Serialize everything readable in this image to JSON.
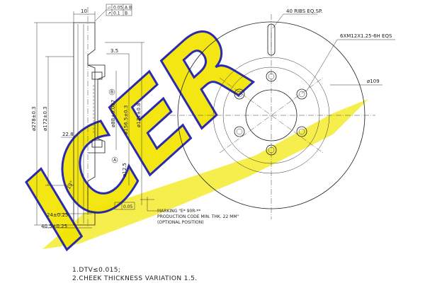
{
  "brand": {
    "logo_text": "ICER",
    "logo_color": "#f2e400",
    "logo_outline": "#1a1aa8"
  },
  "line_color": "#1f1f1f",
  "dimensions": {
    "width_top": "10",
    "tol_flatness": "0.05",
    "tol_flatness_ref": "A B",
    "tol_runout": "0.1",
    "tol_runout_ref": "B",
    "offset_3_5": "3.5",
    "dia_278": "ø278±0.3",
    "dia_172": "ø172±0.3",
    "dia_88": "ø88+0.087",
    "dia_156_5": "ø156.5±0.3",
    "dia_171": "ø171±0.8",
    "dia_12_5": "ø12.5",
    "height_22_8": "22.8",
    "thickness_24": "24±0.25",
    "height_40_5": "40.5±0.25",
    "angle_13": "13°",
    "flatness_small": "0.05",
    "datum_a": "A",
    "datum_b": "B",
    "ribs": "40 RIBS EQ.SP.",
    "holes": "6XM12X1.25-6H EQS",
    "dia_109": "ø109"
  },
  "marking_note": {
    "line1": "MARKING \"E* 90R-**",
    "line2": "PRODUCTION CODE MIN. THK. 22 MM\"",
    "line3": "(OPTIONAL POSITION)"
  },
  "footer_notes": {
    "line1": "1.DTV≤0.015;",
    "line2": "2.CHEEK THICKNESS VARIATION 1.5."
  }
}
